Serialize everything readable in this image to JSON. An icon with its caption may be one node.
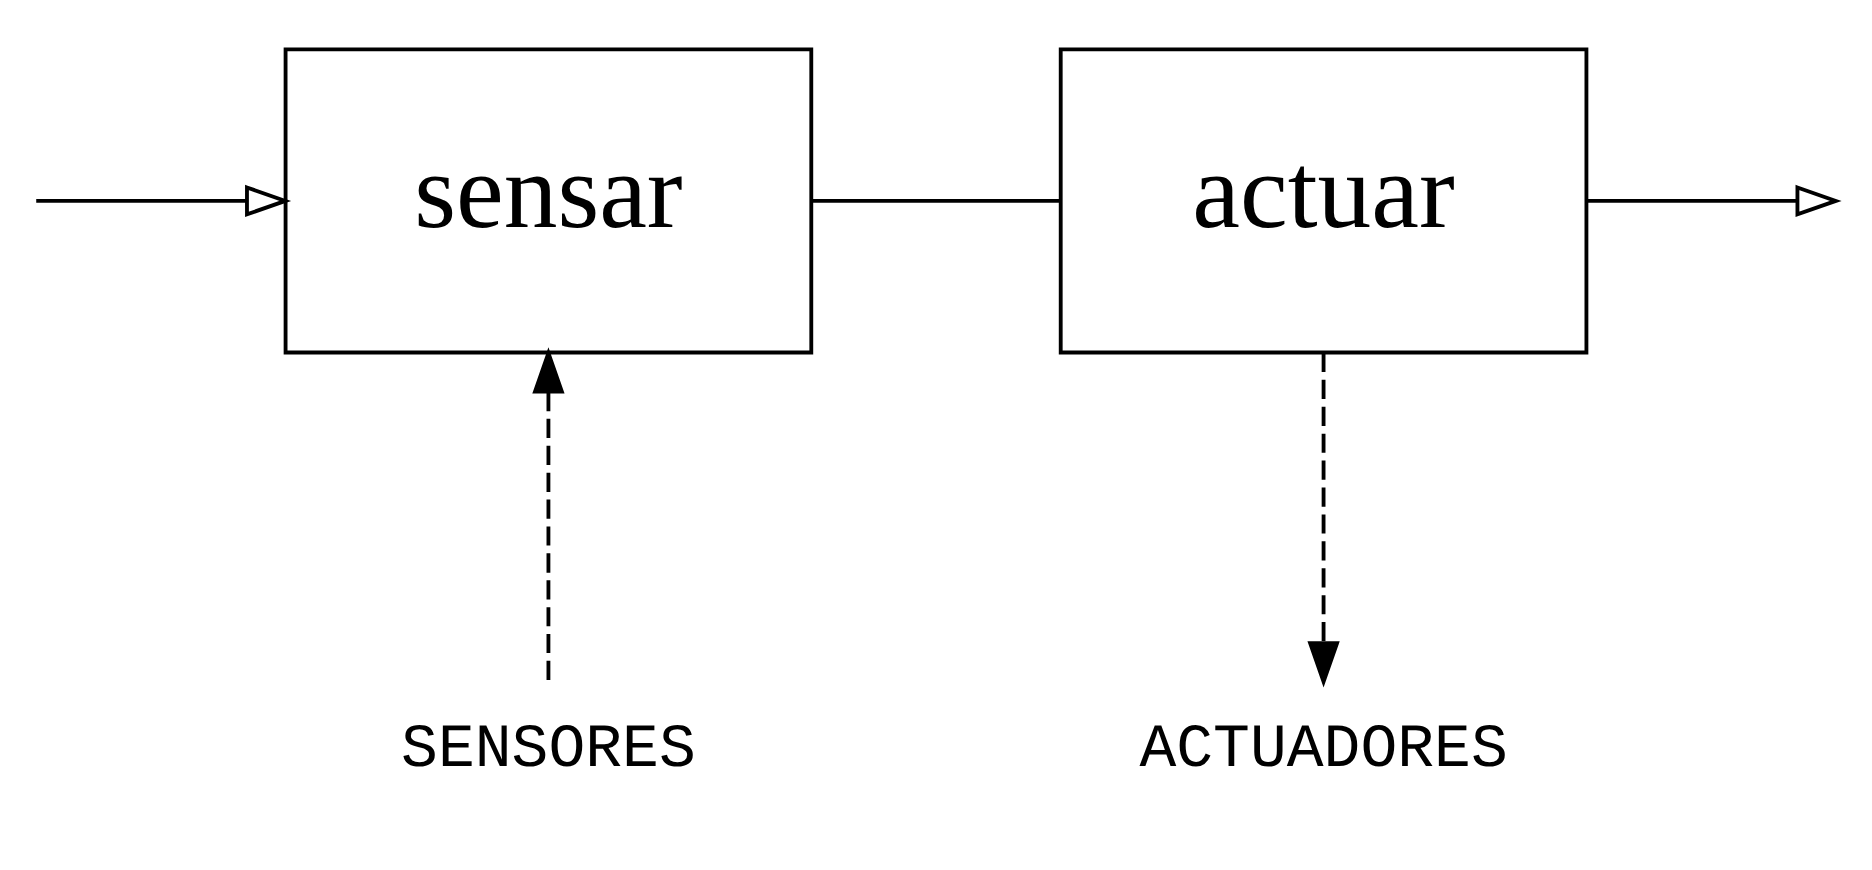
{
  "diagram": {
    "nodes": [
      {
        "text": [
          "sensar"
        ]
      },
      {
        "text": [
          "actuar"
        ]
      },
      {
        "text": [
          "SENSORES"
        ]
      },
      {
        "text": [
          "ACTUADORES"
        ]
      }
    ],
    "edges": [
      {
        "from": null,
        "to": 0,
        "arrow": "to"
      },
      {
        "from": 0,
        "to": 1,
        "arrow": "none"
      },
      {
        "from": 1,
        "to": null,
        "arrow": "to"
      },
      {
        "from": 2,
        "to": 0,
        "arrow": "to",
        "style": "dashed"
      },
      {
        "from": 1,
        "to": 3,
        "arrow": "to",
        "style": "dashed"
      }
    ]
  }
}
